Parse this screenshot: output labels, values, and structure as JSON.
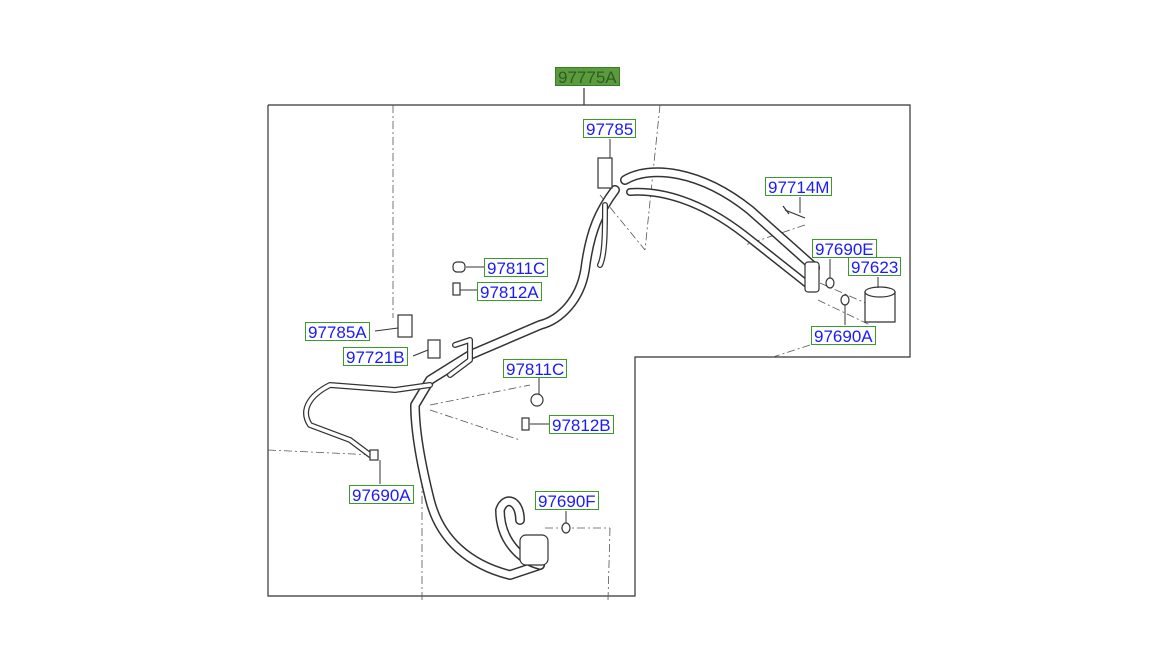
{
  "assembly_label": "97775A",
  "callouts": [
    {
      "id": "97785"
    },
    {
      "id": "97714M"
    },
    {
      "id": "97690E"
    },
    {
      "id": "97623"
    },
    {
      "id": "97690A"
    },
    {
      "id": "97811C"
    },
    {
      "id": "97812A"
    },
    {
      "id": "97785A"
    },
    {
      "id": "97721B"
    },
    {
      "id": "97811C"
    },
    {
      "id": "97812B"
    },
    {
      "id": "97690A"
    },
    {
      "id": "97690F"
    }
  ],
  "colors": {
    "label_border": "#3a9a2a",
    "label_text": "#1a1aff",
    "assembly_fill": "#5a9c3c"
  }
}
